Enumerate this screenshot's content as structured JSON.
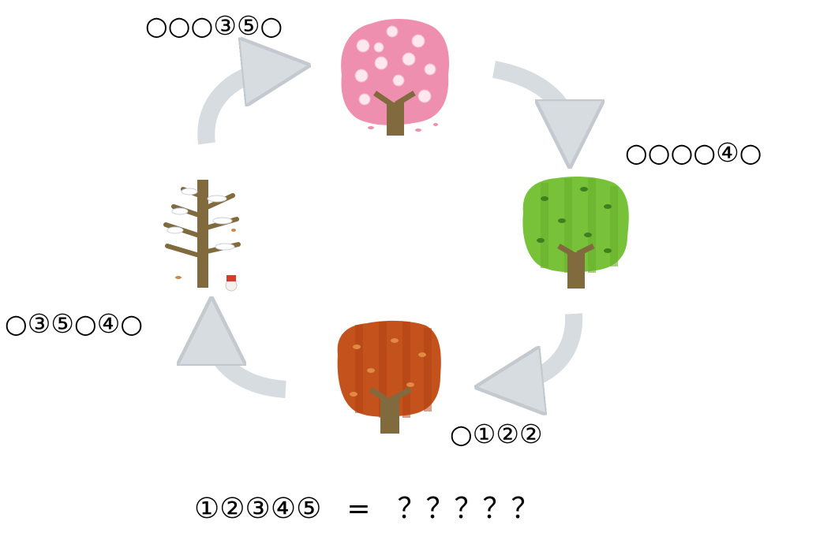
{
  "labels": {
    "spring": "○○○③⑤○",
    "summer": "○○○○④○",
    "autumn": "○①②②",
    "winter": "○③⑤○④○"
  },
  "equation": {
    "left": "①②③④⑤",
    "sign": "=",
    "right": "？？？？？"
  },
  "colors": {
    "arrow": "#d7dce1",
    "arrow_edge": "#c3c9cf",
    "spring_canopy": "#ef8fb0",
    "summer_canopy": "#78c23a",
    "autumn_canopy": "#c3521d",
    "trunk": "#806a3e"
  }
}
